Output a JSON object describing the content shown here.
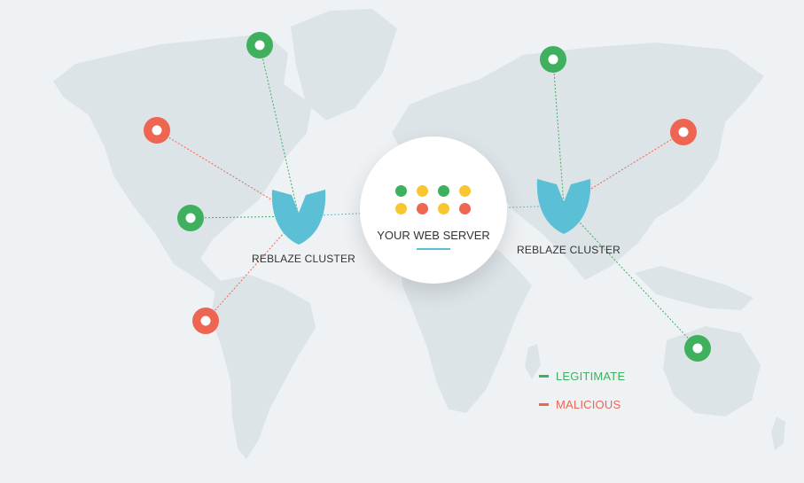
{
  "colors": {
    "legitimate": "#3eb05e",
    "malicious": "#ee6551",
    "yellow": "#f8c630",
    "shield": "#5bbfd6",
    "continent": "#dde4e8",
    "background": "#eef2f4"
  },
  "server": {
    "title": "YOUR WEB SERVER",
    "dots": [
      "legitimate",
      "yellow",
      "legitimate",
      "yellow",
      "yellow",
      "malicious",
      "yellow",
      "malicious"
    ]
  },
  "clusters": [
    {
      "id": "west",
      "label": "REBLAZE CLUSTER"
    },
    {
      "id": "east",
      "label": "REBLAZE CLUSTER"
    }
  ],
  "sources": [
    {
      "id": "greenland",
      "type": "legitimate",
      "cluster": "west"
    },
    {
      "id": "canada",
      "type": "malicious",
      "cluster": "west"
    },
    {
      "id": "usa",
      "type": "legitimate",
      "cluster": "west"
    },
    {
      "id": "south-america",
      "type": "malicious",
      "cluster": "west"
    },
    {
      "id": "russia",
      "type": "legitimate",
      "cluster": "east"
    },
    {
      "id": "east-asia",
      "type": "malicious",
      "cluster": "east"
    },
    {
      "id": "australia",
      "type": "legitimate",
      "cluster": "east"
    }
  ],
  "legend": [
    {
      "type": "legitimate",
      "label": "LEGITIMATE"
    },
    {
      "type": "malicious",
      "label": "MALICIOUS"
    }
  ]
}
